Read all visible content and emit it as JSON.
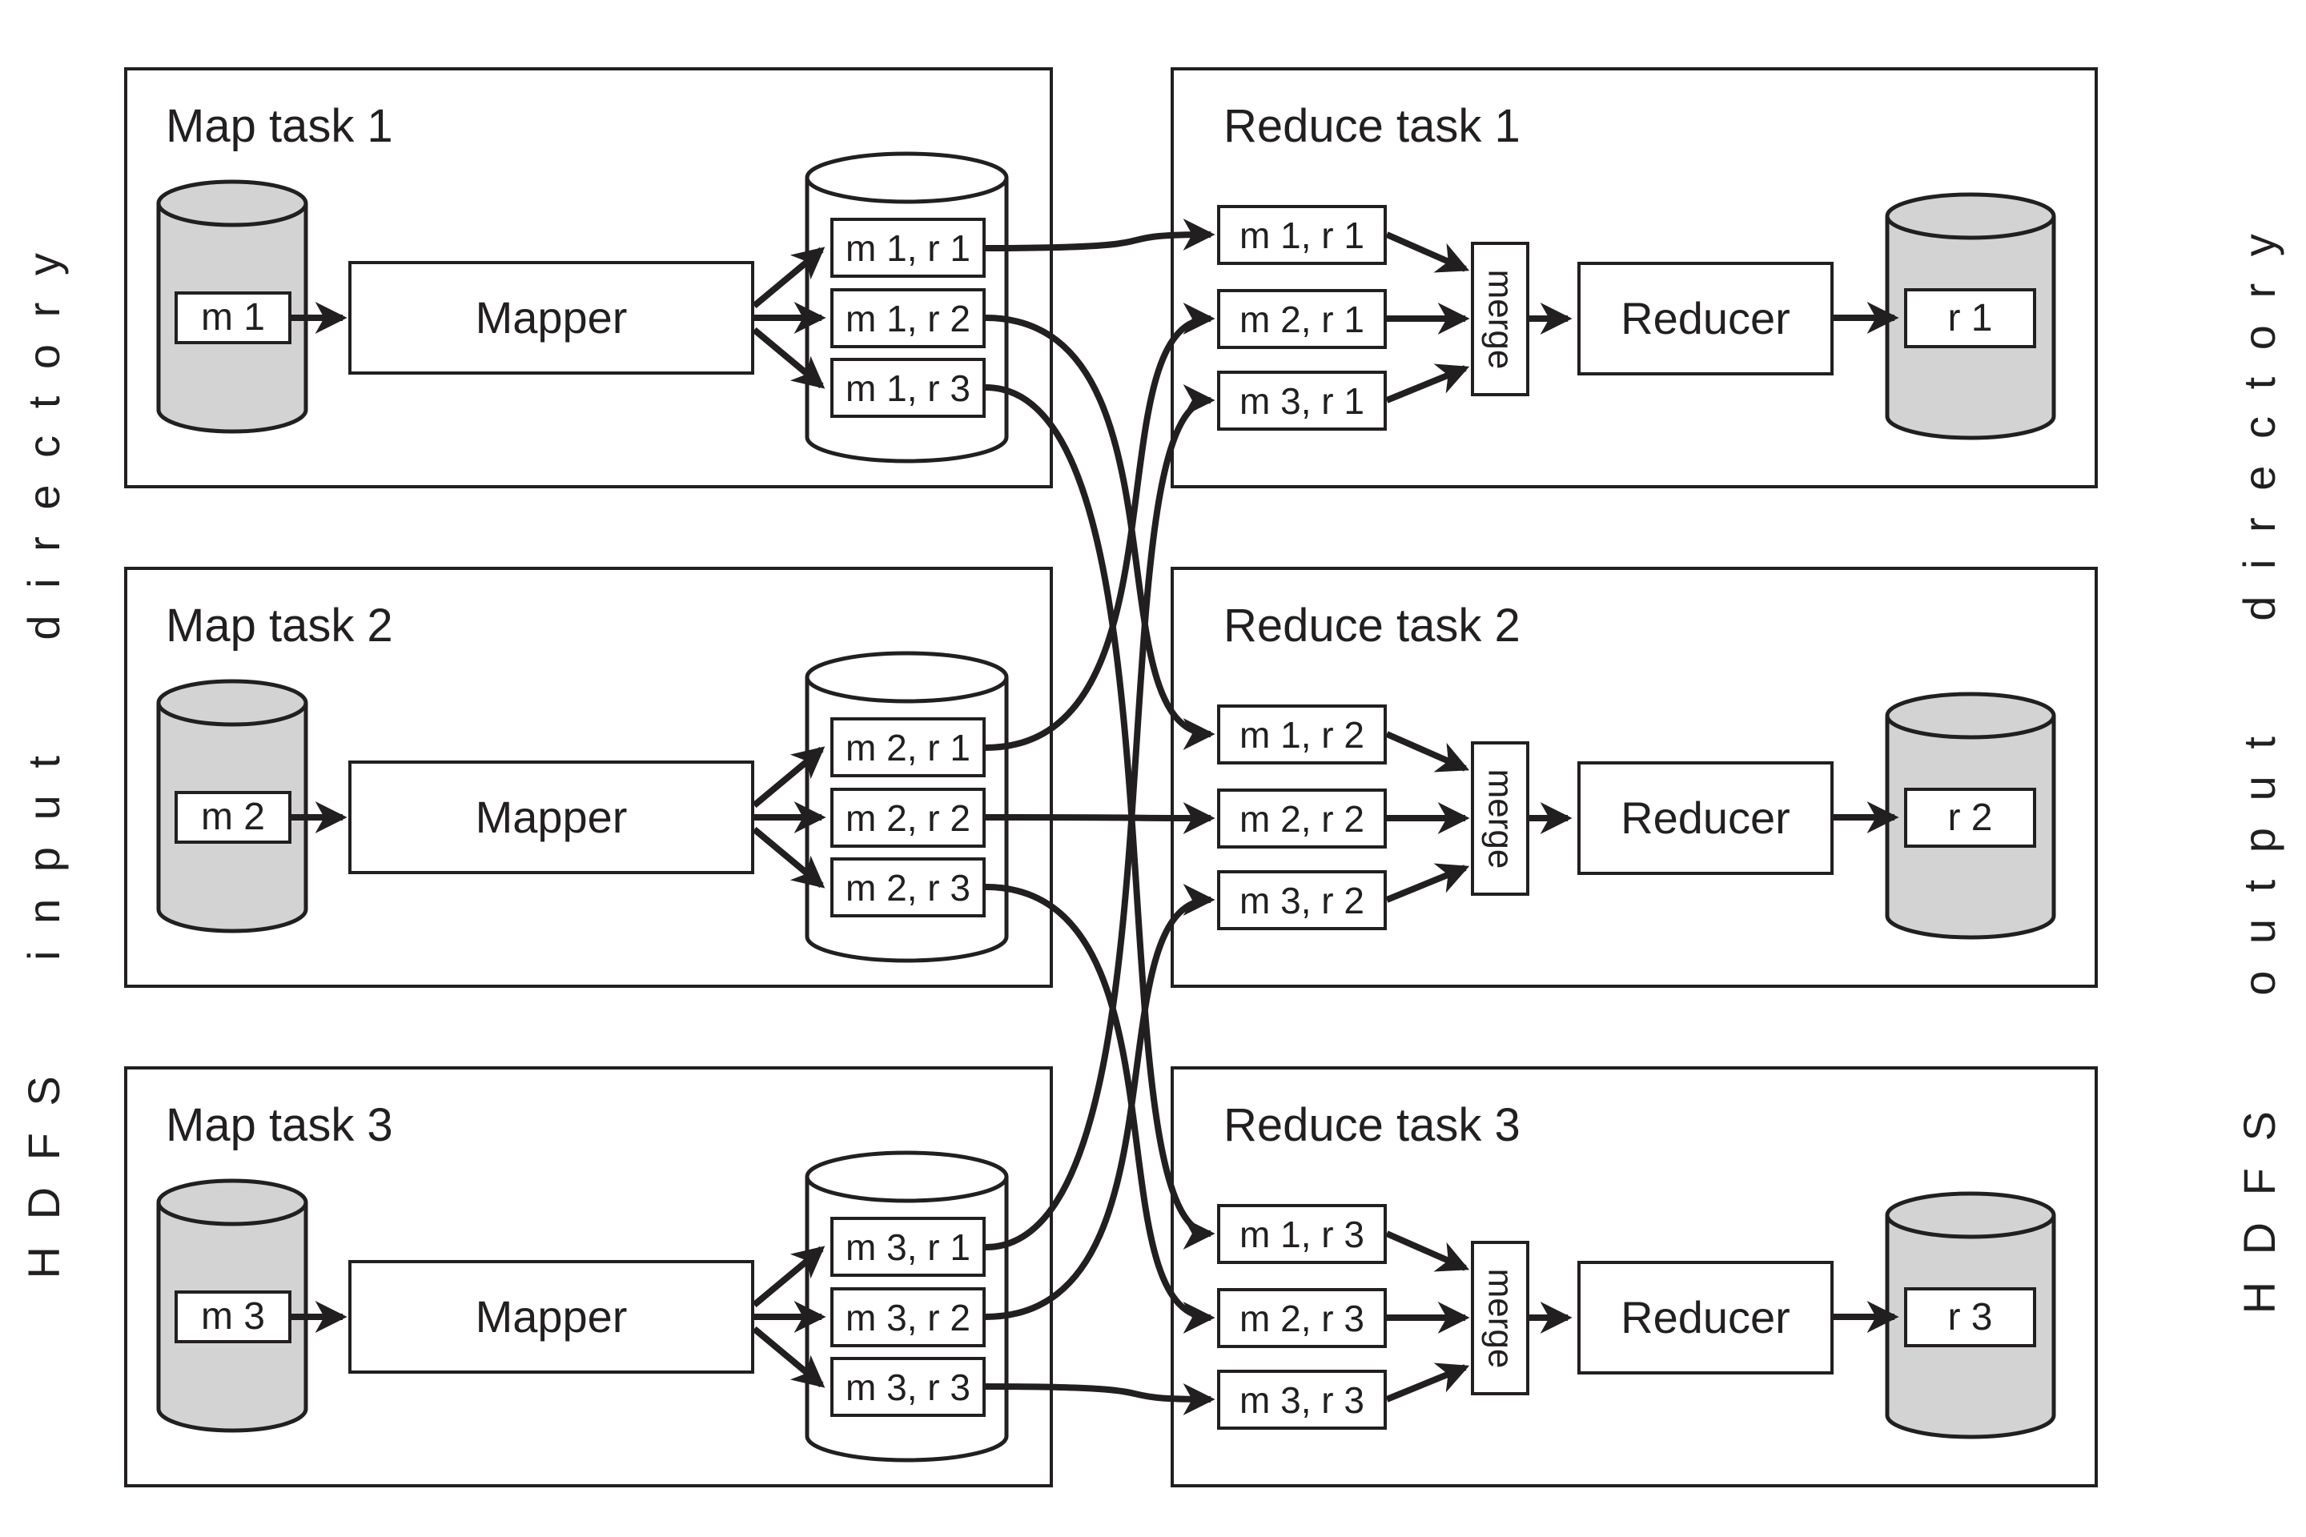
{
  "colors": {
    "ink": "#221f20",
    "cylinder_fill": "#d3d3d3",
    "box_fill": "#ffffff",
    "background": "#ffffff"
  },
  "side_labels": {
    "left": "HDFS input directory",
    "right": "HDFS output directory"
  },
  "map_tasks": [
    {
      "title": "Map task 1",
      "input_file": "m 1",
      "processor": "Mapper",
      "outputs": [
        "m 1, r 1",
        "m 1, r 2",
        "m 1, r 3"
      ]
    },
    {
      "title": "Map task 2",
      "input_file": "m 2",
      "processor": "Mapper",
      "outputs": [
        "m 2, r 1",
        "m 2, r 2",
        "m 2, r 3"
      ]
    },
    {
      "title": "Map task 3",
      "input_file": "m 3",
      "processor": "Mapper",
      "outputs": [
        "m 3, r 1",
        "m 3, r 2",
        "m 3, r 3"
      ]
    }
  ],
  "reduce_tasks": [
    {
      "title": "Reduce task 1",
      "inputs": [
        "m 1, r 1",
        "m 2, r 1",
        "m 3, r 1"
      ],
      "merge_label": "merge",
      "processor": "Reducer",
      "output_file": "r 1"
    },
    {
      "title": "Reduce task 2",
      "inputs": [
        "m 1, r 2",
        "m 2, r 2",
        "m 3, r 2"
      ],
      "merge_label": "merge",
      "processor": "Reducer",
      "output_file": "r 2"
    },
    {
      "title": "Reduce task 3",
      "inputs": [
        "m 1, r 3",
        "m 2, r 3",
        "m 3, r 3"
      ],
      "merge_label": "merge",
      "processor": "Reducer",
      "output_file": "r 3"
    }
  ],
  "shuffle_connections": [
    {
      "label": "m 1, r 1",
      "from_map_task": 1,
      "to_reduce_task": 1
    },
    {
      "label": "m 1, r 2",
      "from_map_task": 1,
      "to_reduce_task": 2
    },
    {
      "label": "m 1, r 3",
      "from_map_task": 1,
      "to_reduce_task": 3
    },
    {
      "label": "m 2, r 1",
      "from_map_task": 2,
      "to_reduce_task": 1
    },
    {
      "label": "m 2, r 2",
      "from_map_task": 2,
      "to_reduce_task": 2
    },
    {
      "label": "m 2, r 3",
      "from_map_task": 2,
      "to_reduce_task": 3
    },
    {
      "label": "m 3, r 1",
      "from_map_task": 3,
      "to_reduce_task": 1
    },
    {
      "label": "m 3, r 2",
      "from_map_task": 3,
      "to_reduce_task": 2
    },
    {
      "label": "m 3, r 3",
      "from_map_task": 3,
      "to_reduce_task": 3
    }
  ]
}
